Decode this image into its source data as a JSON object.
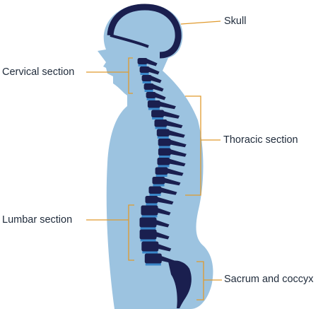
{
  "labels": {
    "skull": "Skull",
    "cervical": "Cervical section",
    "thoracic": "Thoracic section",
    "lumbar": "Lumbar section",
    "sacrum": "Sacrum and coccyx"
  },
  "colors": {
    "body": "#9cc3e0",
    "spine_dark": "#1a1f4f",
    "disc": "#3a86c8",
    "leader": "#e09a2e",
    "text": "#1e2a3a"
  }
}
